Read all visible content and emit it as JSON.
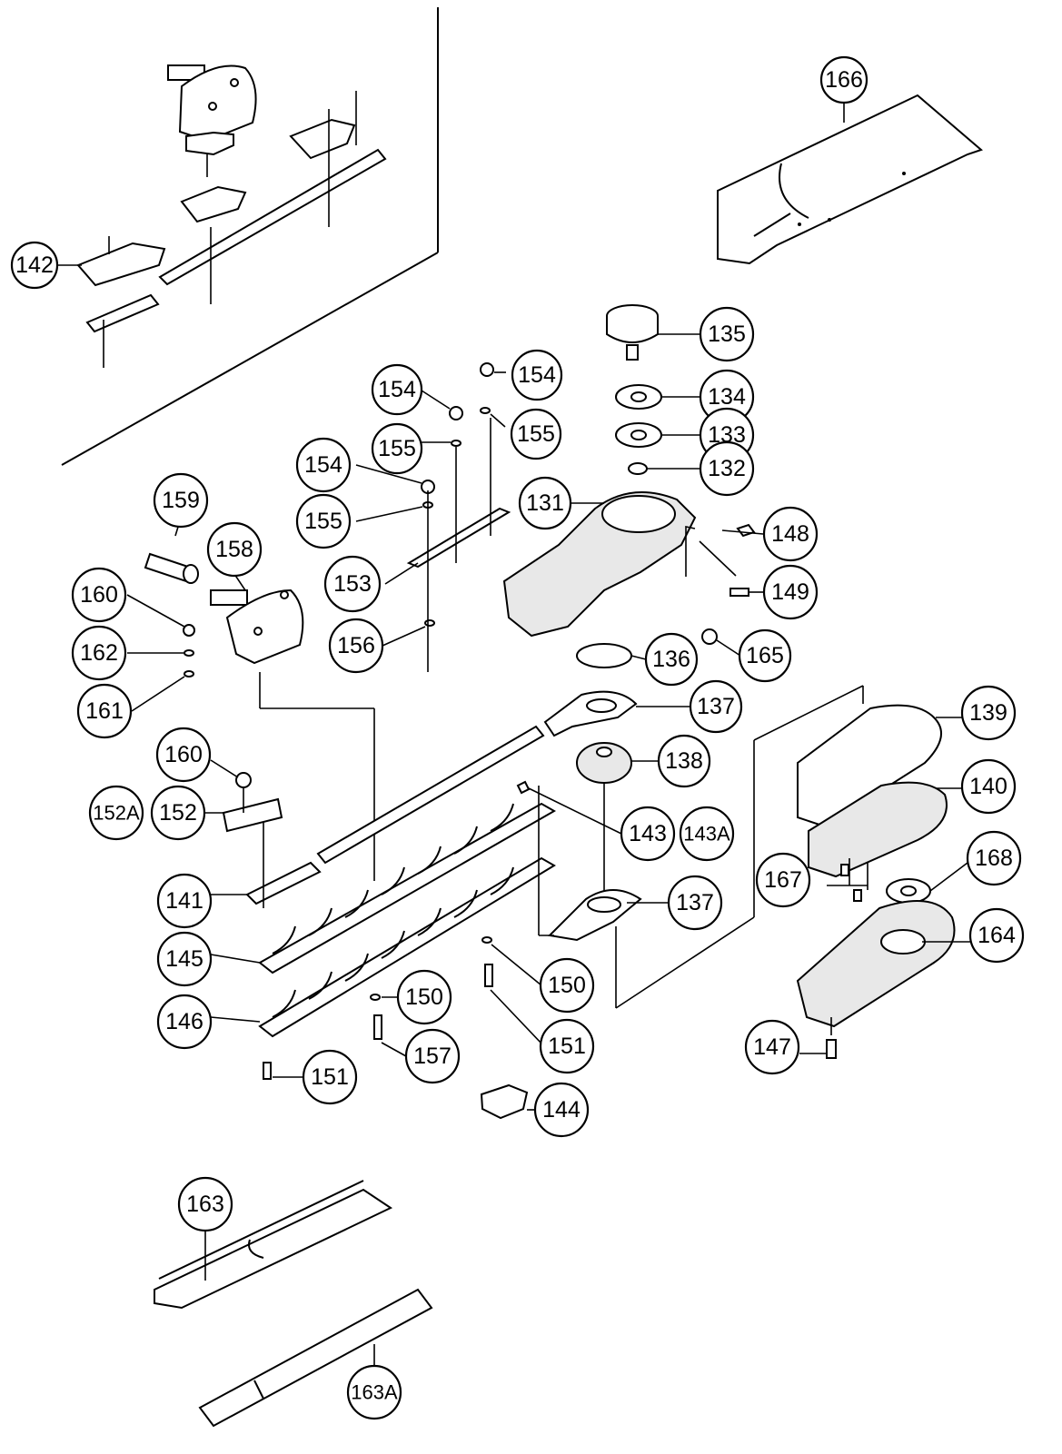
{
  "callouts": [
    {
      "id": "c166",
      "label": "166"
    },
    {
      "id": "c142",
      "label": "142"
    },
    {
      "id": "c135",
      "label": "135"
    },
    {
      "id": "c154a",
      "label": "154"
    },
    {
      "id": "c154b",
      "label": "154"
    },
    {
      "id": "c134",
      "label": "134"
    },
    {
      "id": "c155a",
      "label": "155"
    },
    {
      "id": "c155b",
      "label": "155"
    },
    {
      "id": "c133",
      "label": "133"
    },
    {
      "id": "c154c",
      "label": "154"
    },
    {
      "id": "c132",
      "label": "132"
    },
    {
      "id": "c159",
      "label": "159"
    },
    {
      "id": "c155c",
      "label": "155"
    },
    {
      "id": "c131",
      "label": "131"
    },
    {
      "id": "c148",
      "label": "148"
    },
    {
      "id": "c158",
      "label": "158"
    },
    {
      "id": "c153",
      "label": "153"
    },
    {
      "id": "c160a",
      "label": "160"
    },
    {
      "id": "c149",
      "label": "149"
    },
    {
      "id": "c162",
      "label": "162"
    },
    {
      "id": "c156",
      "label": "156"
    },
    {
      "id": "c165",
      "label": "165"
    },
    {
      "id": "c136",
      "label": "136"
    },
    {
      "id": "c161",
      "label": "161"
    },
    {
      "id": "c137a",
      "label": "137"
    },
    {
      "id": "c139",
      "label": "139"
    },
    {
      "id": "c160b",
      "label": "160"
    },
    {
      "id": "c138",
      "label": "138"
    },
    {
      "id": "c140",
      "label": "140"
    },
    {
      "id": "c152A",
      "label": "152A"
    },
    {
      "id": "c152",
      "label": "152"
    },
    {
      "id": "c143",
      "label": "143"
    },
    {
      "id": "c143A",
      "label": "143A"
    },
    {
      "id": "c168",
      "label": "168"
    },
    {
      "id": "c167",
      "label": "167"
    },
    {
      "id": "c141",
      "label": "141"
    },
    {
      "id": "c137b",
      "label": "137"
    },
    {
      "id": "c164",
      "label": "164"
    },
    {
      "id": "c145",
      "label": "145"
    },
    {
      "id": "c150a",
      "label": "150"
    },
    {
      "id": "c150b",
      "label": "150"
    },
    {
      "id": "c146",
      "label": "146"
    },
    {
      "id": "c147",
      "label": "147"
    },
    {
      "id": "c151a",
      "label": "151"
    },
    {
      "id": "c157",
      "label": "157"
    },
    {
      "id": "c151b",
      "label": "151"
    },
    {
      "id": "c144",
      "label": "144"
    },
    {
      "id": "c163",
      "label": "163"
    },
    {
      "id": "c163A",
      "label": "163A"
    }
  ]
}
